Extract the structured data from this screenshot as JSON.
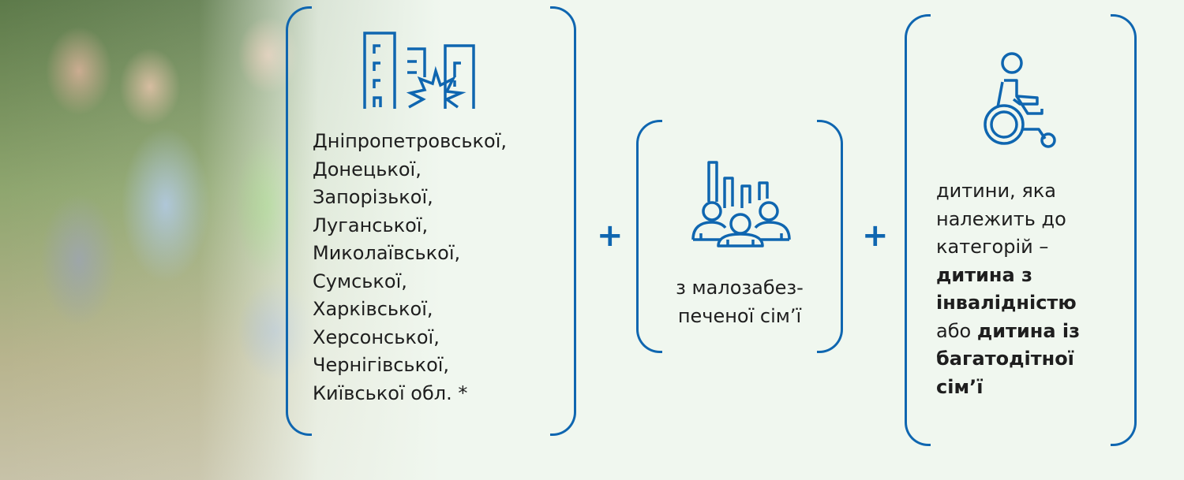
{
  "accent_color": "#0f66b0",
  "plus_sign": "+",
  "regions": {
    "icon": "destroyed-buildings-icon",
    "lines": [
      "Дніпропетровської,",
      "Донецької,",
      "Запорізької,",
      "Луганської,",
      "Миколаївської,",
      "Сумської,",
      "Харківської,",
      "Херсонської,",
      "Чернігівської,",
      "Київської обл. *"
    ]
  },
  "low_income": {
    "icon": "people-chart-icon",
    "lines": [
      "з малозабез-",
      "печеної сім’ї"
    ]
  },
  "category": {
    "icon": "wheelchair-icon",
    "line1": "дитини, яка",
    "line2": "належить до",
    "line3": "категорій –",
    "bold1": "дитина з",
    "bold2": "інвалідністю",
    "line6_plain": "або ",
    "line6_bold": "дитина із",
    "bold3": "багатодітної",
    "bold4": "сім’ї"
  }
}
